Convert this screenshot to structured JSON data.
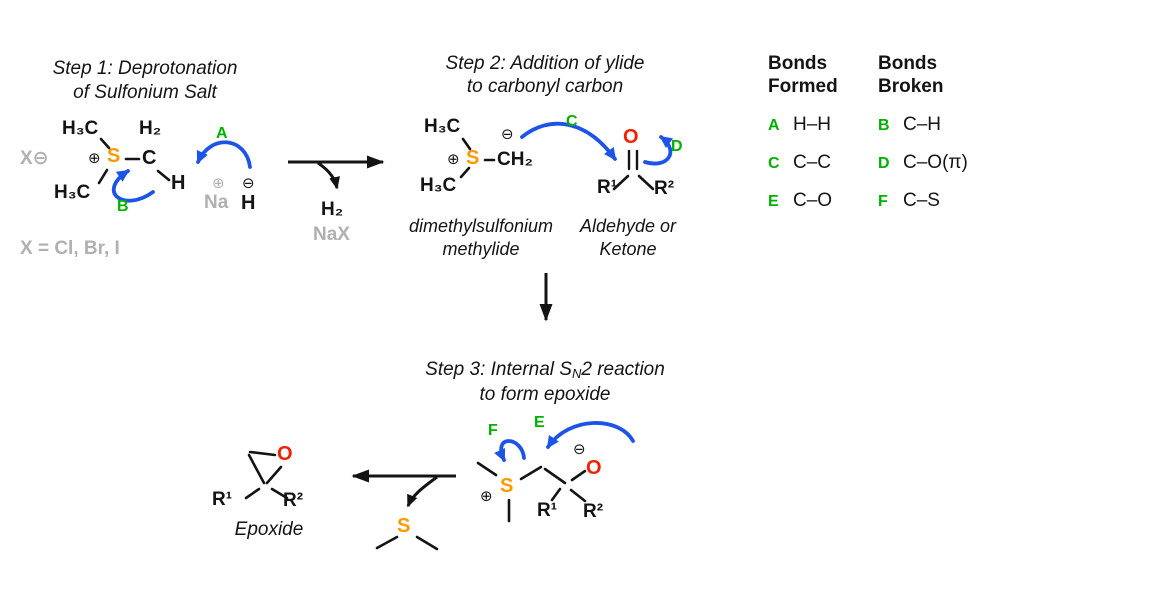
{
  "colors": {
    "orange": "#FF9900",
    "green": "#00B100",
    "blue": "#1C54E8",
    "red": "#EE2200",
    "gray": "#B0B0B0",
    "ink": "#141414"
  },
  "step1": {
    "title_line1": "Step 1: Deprotonation",
    "title_line2": "of Sulfonium Salt",
    "counterion": "X⊖",
    "methyl_top": "H₃C",
    "methyl_bottom": "H₃C",
    "s_plus": "⊕",
    "sulfur": "S",
    "carbon": "C",
    "h2": "H₂",
    "h": "H",
    "label_a": "A",
    "label_b": "B",
    "na_plus": "⊕",
    "na": "Na",
    "hydride_minus": "⊖",
    "hydride_h": "H",
    "x_definition": "X = Cl, Br, I"
  },
  "arrow1": {
    "h2": "H₂",
    "nax": "NaX"
  },
  "step2": {
    "title_line1": "Step 2: Addition of ylide",
    "title_line2": "to carbonyl carbon",
    "methyl_top": "H₃C",
    "methyl_bottom": "H₃C",
    "s_plus": "⊕",
    "sulfur": "S",
    "ch2": "CH₂",
    "carbanion_minus": "⊖",
    "label_c": "C",
    "label_d": "D",
    "oxygen": "O",
    "r1": "R¹",
    "r2": "R²",
    "ylide_name_line1": "dimethylsulfonium",
    "ylide_name_line2": "methylide",
    "carbonyl_name_line1": "Aldehyde or",
    "carbonyl_name_line2": "Ketone"
  },
  "step3": {
    "title_pre": "Step 3: Internal S",
    "title_sub": "N",
    "title_post": "2 reaction",
    "title_line2": "to form epoxide",
    "label_e": "E",
    "label_f": "F",
    "s_plus": "⊕",
    "sulfur": "S",
    "alkoxide_minus": "⊖",
    "oxygen": "O",
    "r1": "R¹",
    "r2": "R²",
    "dms_sulfur": "S",
    "epoxide_oxygen": "O",
    "epoxide_r1": "R¹",
    "epoxide_r2": "R²",
    "epoxide_label": "Epoxide"
  },
  "legend": {
    "formed_header_line1": "Bonds",
    "formed_header_line2": "Formed",
    "broken_header_line1": "Bonds",
    "broken_header_line2": "Broken",
    "formed": [
      {
        "key": "A",
        "bond": "H–H"
      },
      {
        "key": "C",
        "bond": "C–C"
      },
      {
        "key": "E",
        "bond": "C–O"
      }
    ],
    "broken": [
      {
        "key": "B",
        "bond": "C–H"
      },
      {
        "key": "D",
        "bond": "C–O(π)"
      },
      {
        "key": "F",
        "bond": "C–S"
      }
    ]
  }
}
